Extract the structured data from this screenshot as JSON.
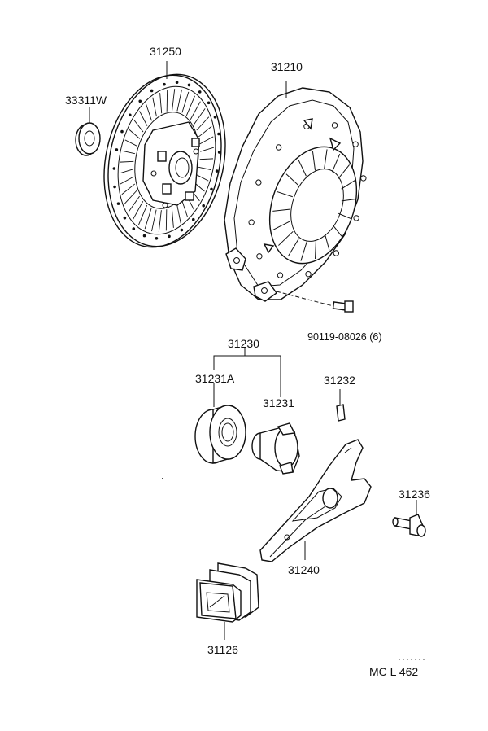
{
  "parts": {
    "p31250": "31250",
    "p33311w": "33311W",
    "p31210": "31210",
    "p90119": "90119-08026 (6)",
    "p31230": "31230",
    "p31231a": "31231A",
    "p31231": "31231",
    "p31232": "31232",
    "p31236": "31236",
    "p31240": "31240",
    "p31126": "31126"
  },
  "footer": {
    "code": "MC  L  462"
  },
  "icons": [
    "clutch-disc-icon",
    "pilot-bearing-icon",
    "pressure-plate-icon",
    "bolt-icon",
    "release-bearing-icon",
    "bearing-hub-icon",
    "clip-icon",
    "pivot-bolt-icon",
    "release-fork-icon",
    "boot-icon"
  ]
}
